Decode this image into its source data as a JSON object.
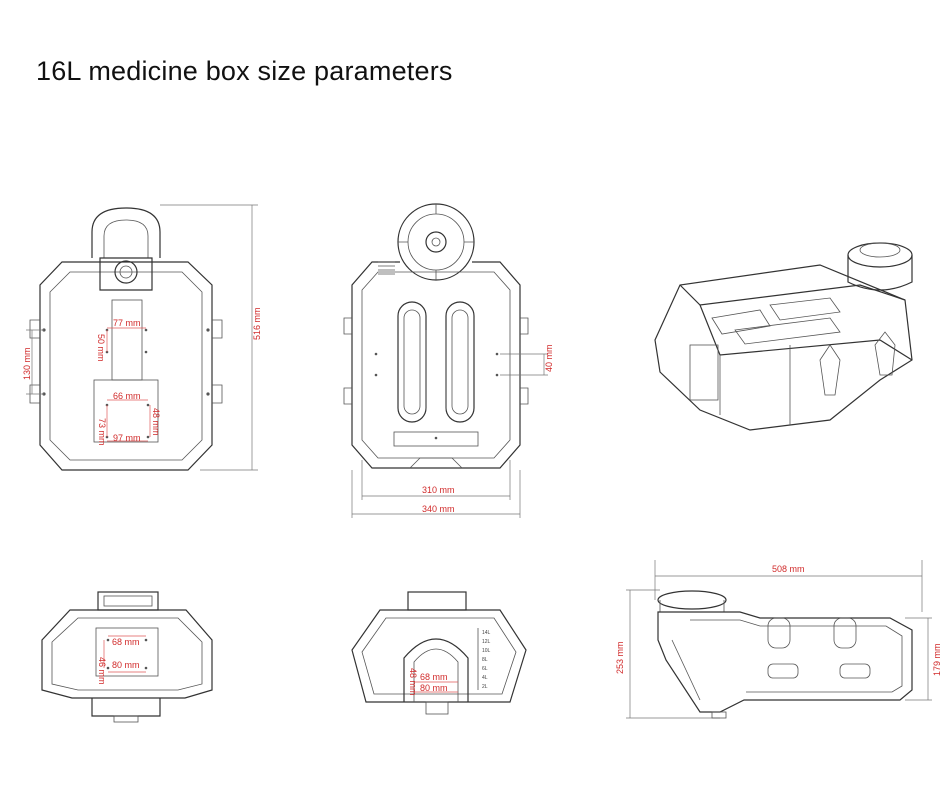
{
  "title": "16L medicine box size parameters",
  "dimensions": {
    "v1_height": "516 mm",
    "v1_left": "130 mm",
    "v1_77": "77 mm",
    "v1_50": "50 mm",
    "v1_66": "66 mm",
    "v1_48": "48 mm",
    "v1_73": "73 mm",
    "v1_97": "97 mm",
    "v2_40": "40 mm",
    "v2_310": "310 mm",
    "v2_340": "340 mm",
    "v4_68": "68 mm",
    "v4_46": "46 mm",
    "v4_80": "80 mm",
    "v5_68": "68 mm",
    "v5_48": "48 mm",
    "v5_80": "80 mm",
    "v6_508": "508 mm",
    "v6_253": "253 mm",
    "v6_179": "179 mm"
  },
  "scale_marks": [
    "14L",
    "12L",
    "10L",
    "8L",
    "6L",
    "4L",
    "2L"
  ]
}
